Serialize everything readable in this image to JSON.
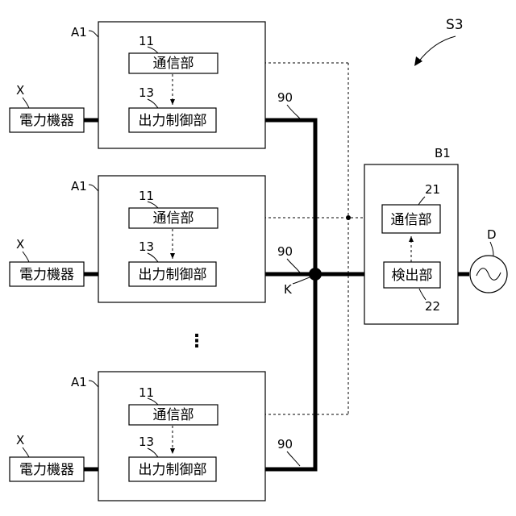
{
  "system_label": "S3",
  "units": [
    {
      "unit_label": "A1",
      "comm_ref": "11",
      "ctrl_ref": "13",
      "comm_text": "通信部",
      "ctrl_text": "出力制御部",
      "device_ref": "X",
      "device_text": "電力機器",
      "line_ref": "90"
    },
    {
      "unit_label": "A1",
      "comm_ref": "11",
      "ctrl_ref": "13",
      "comm_text": "通信部",
      "ctrl_text": "出力制御部",
      "device_ref": "X",
      "device_text": "電力機器",
      "line_ref": "90"
    },
    {
      "unit_label": "A1",
      "comm_ref": "11",
      "ctrl_ref": "13",
      "comm_text": "通信部",
      "ctrl_text": "出力制御部",
      "device_ref": "X",
      "device_text": "電力機器",
      "line_ref": "90"
    }
  ],
  "ellipsis": "⋮",
  "junction_label": "K",
  "detector_unit": {
    "label": "B1",
    "comm_ref": "21",
    "comm_text": "通信部",
    "detect_ref": "22",
    "detect_text": "検出部"
  },
  "source": {
    "label": "D",
    "icon": "ac-source-icon"
  }
}
